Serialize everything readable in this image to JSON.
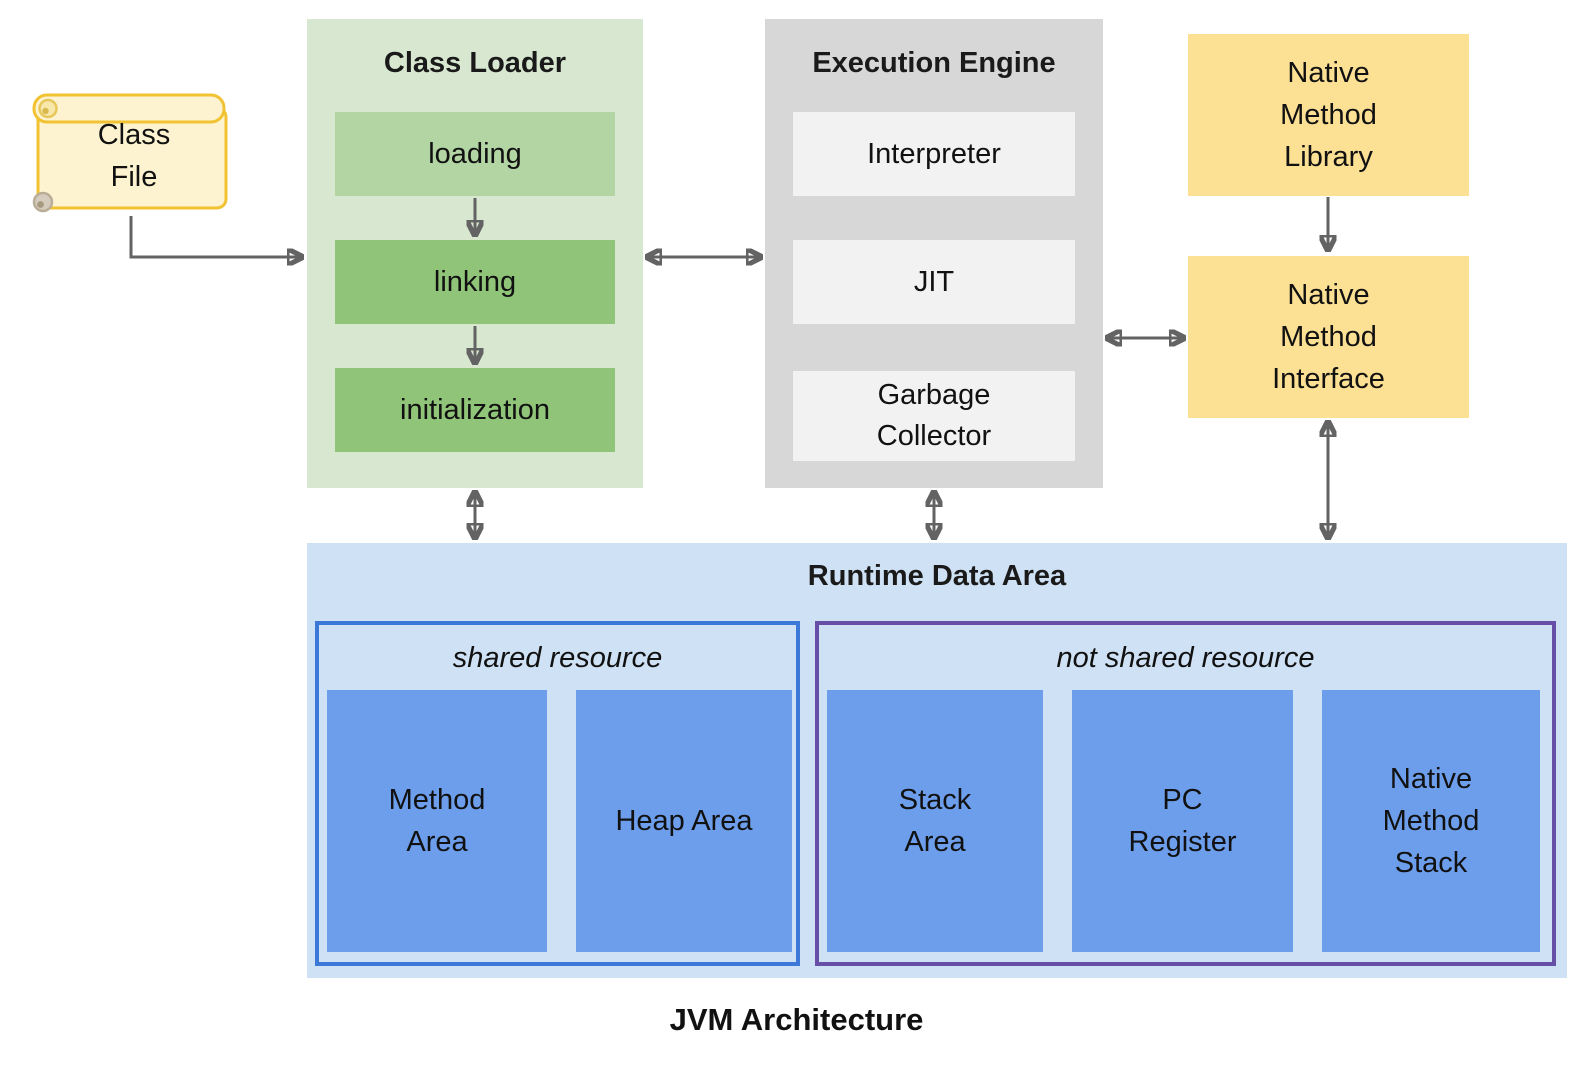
{
  "diagram_title": "JVM Architecture",
  "class_file": {
    "label": "Class File"
  },
  "class_loader": {
    "title": "Class Loader",
    "steps": [
      "loading",
      "linking",
      "initialization"
    ]
  },
  "execution_engine": {
    "title": "Execution Engine",
    "components": [
      "Interpreter",
      "JIT",
      "Garbage Collector"
    ]
  },
  "native_method_library": {
    "label": "Native Method Library"
  },
  "native_method_interface": {
    "label": "Native Method Interface"
  },
  "runtime_data_area": {
    "title": "Runtime Data Area",
    "shared": {
      "label": "shared resource",
      "areas": [
        "Method Area",
        "Heap Area"
      ]
    },
    "not_shared": {
      "label": "not shared resource",
      "areas": [
        "Stack Area",
        "PC Register",
        "Native Method Stack"
      ]
    }
  },
  "colors": {
    "green_panel": "#d8e8d0",
    "green_light": "#b2d5a3",
    "green_dark": "#90c579",
    "gray_panel": "#d7d7d7",
    "gray_light": "#f2f2f2",
    "yellow": "#fce094",
    "blue_bg": "#cfe1f4",
    "blue_box": "#6d9eeb",
    "shared_border": "#3c78d8",
    "not_shared_border": "#674ea7",
    "arrow": "#636363",
    "scroll_fill": "#fdf3d0",
    "scroll_border": "#f1c232"
  }
}
